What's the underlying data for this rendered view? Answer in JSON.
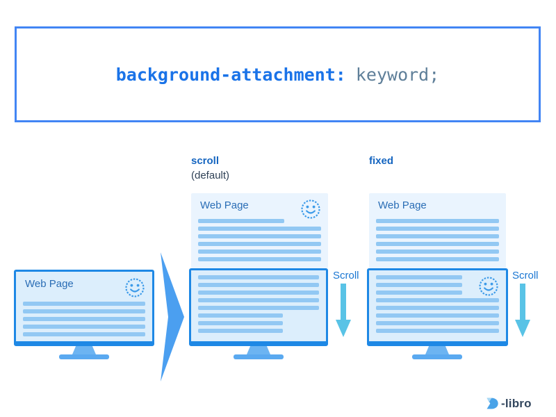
{
  "code_box": {
    "property": "background-attachment:",
    "value": "keyword;"
  },
  "labels": {
    "scroll": "scroll",
    "scroll_sub": "(default)",
    "fixed": "fixed"
  },
  "monitors": {
    "left_title": "Web Page",
    "middle_title": "Web Page",
    "right_title": "Web Page"
  },
  "scroll_indicators": {
    "middle": "Scroll",
    "right": "Scroll"
  },
  "logo": {
    "brand": "-libro"
  },
  "colors": {
    "accent_border": "#4285f4",
    "code_property": "#1a73e8",
    "code_value": "#5f7f99",
    "monitor_border": "#1e88e5",
    "screen_fill": "#dceefc",
    "page_fill": "#eaf4fe",
    "text_bar": "#92c8f3",
    "transition_arrow": "#4b9ff0",
    "scroll_arrow": "#59c3e6",
    "label_blue": "#1565c0"
  }
}
